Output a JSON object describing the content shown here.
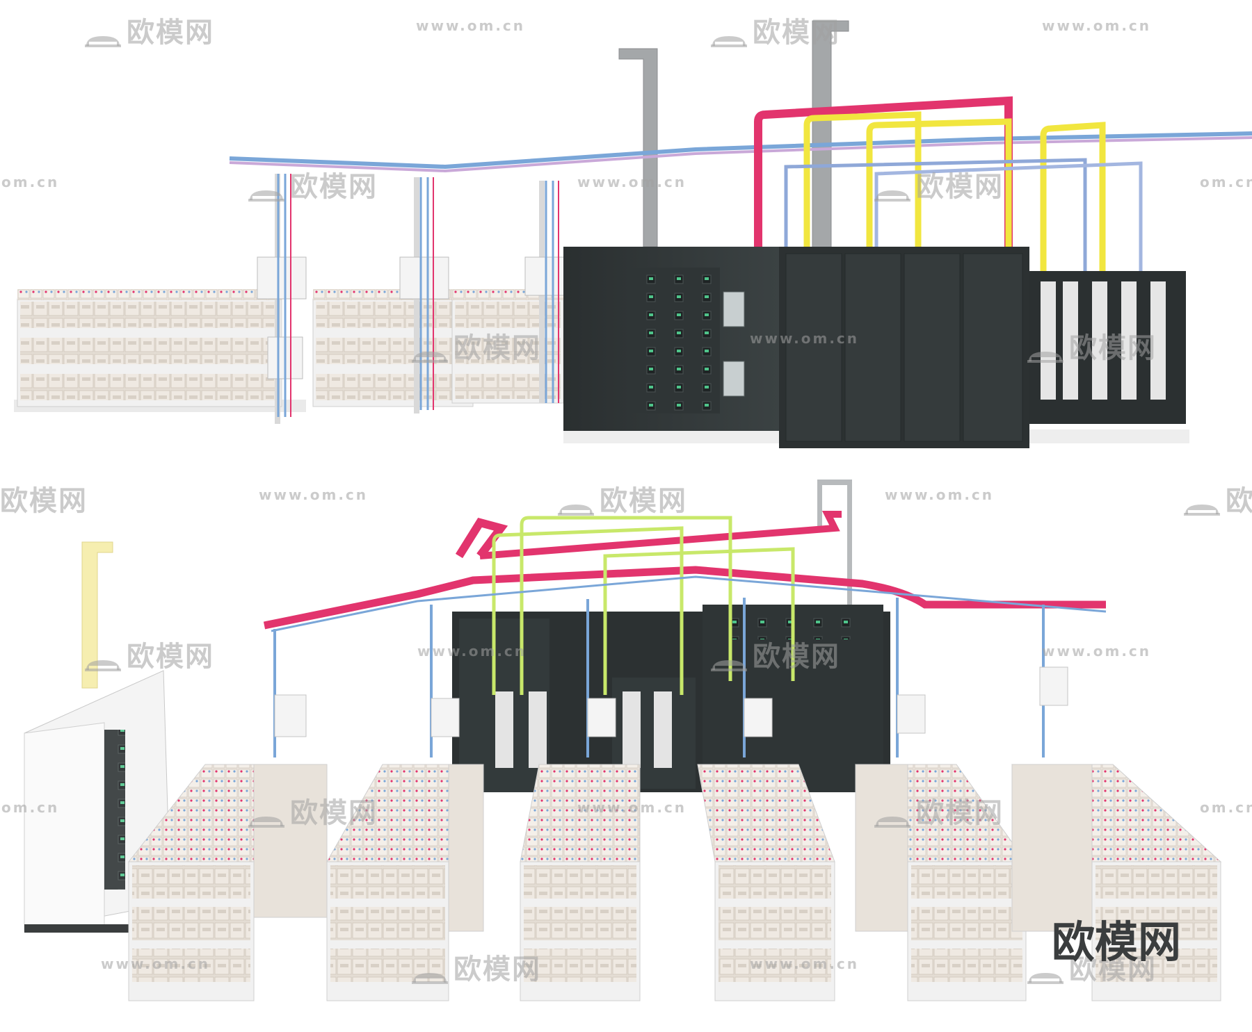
{
  "watermark": {
    "brand": "欧模网",
    "url": "www.om.cn",
    "url_short": "om.cn",
    "color": "#a0a0a0"
  },
  "corner_logo": {
    "text": "欧模网",
    "color": "#3a3d3e"
  },
  "colors": {
    "cabinet_dark": "#2b3031",
    "cabinet_face": "#353b3c",
    "battery_cream": "#e9e2d9",
    "rack_white": "#f2f2f2",
    "cable_pink": "#e2346d",
    "cable_yellow": "#f1e63f",
    "cable_blue": "#7aa6d8",
    "cable_lime": "#c8e86a",
    "pipe_gray": "#9a9d9f",
    "riser_pale_yellow": "#f6eeb0"
  },
  "icons": [
    "sofa-logo-icon"
  ]
}
